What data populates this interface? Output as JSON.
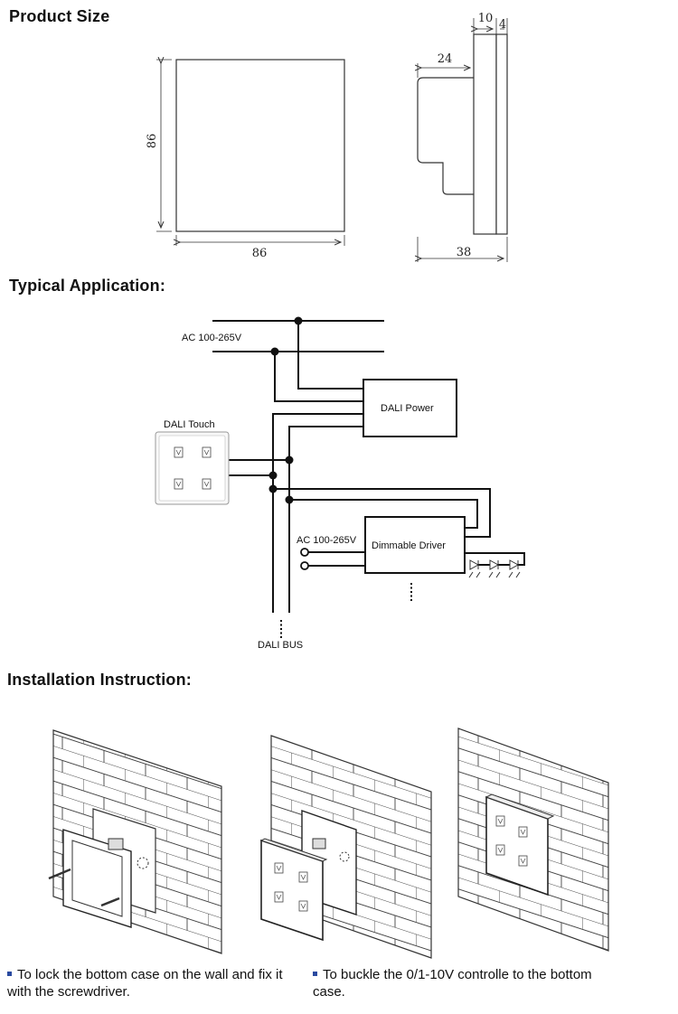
{
  "sections": {
    "product_size": "Product Size",
    "typical_application": "Typical Application:",
    "installation": "Installation Instruction:"
  },
  "dimensions": {
    "front_height": "86",
    "front_width": "86",
    "side_depth_total": "38",
    "side_body": "24",
    "side_plate": "10",
    "side_front": "4"
  },
  "wiring": {
    "ac_top": "AC 100-265V",
    "dali_power": "DALI Power",
    "dali_touch": "DALI Touch",
    "ac_driver": "AC 100-265V",
    "dimmable_driver": "Dimmable Driver",
    "dali_bus": "DALI BUS"
  },
  "captions": [
    "To lock the bottom case on the wall and fix it with the screwdriver.",
    "To buckle the 0/1-10V controlle to the bottom case."
  ],
  "colors": {
    "bullet": "#2a4aa0",
    "line": "#111111"
  }
}
